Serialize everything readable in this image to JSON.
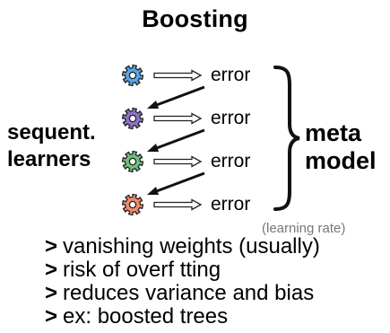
{
  "title": "Boosting",
  "left_label": [
    "sequent.",
    "learners"
  ],
  "right_label": [
    "meta",
    "model"
  ],
  "error_label": "error",
  "note": "(learning rate)",
  "learners": [
    {
      "color": "#5aa6e6",
      "icon": "gear-icon"
    },
    {
      "color": "#8e72c7",
      "icon": "gear-icon"
    },
    {
      "color": "#6fc07f",
      "icon": "gear-icon"
    },
    {
      "color": "#ef8a6c",
      "icon": "gear-icon"
    }
  ],
  "bullets": [
    {
      "marker": ">",
      "text": "vanishing weights (usually)"
    },
    {
      "marker": ">",
      "text": "risk of overf tting"
    },
    {
      "marker": ">",
      "text": "reduces variance and bias"
    },
    {
      "marker": ">",
      "text": "ex: boosted trees"
    }
  ]
}
